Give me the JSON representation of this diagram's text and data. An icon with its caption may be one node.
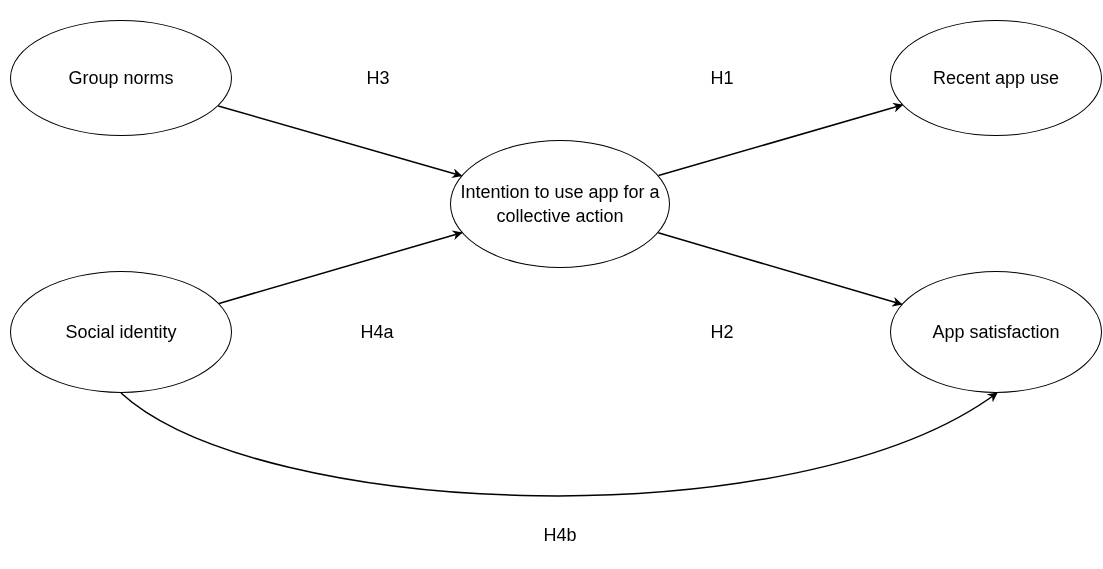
{
  "diagram": {
    "nodes": [
      {
        "text": [
          "Group norms"
        ]
      },
      {
        "text": [
          "Recent app use"
        ]
      },
      {
        "text": [
          "Intention to use app for a collective action"
        ]
      },
      {
        "text": [
          "Social identity"
        ]
      },
      {
        "text": [
          "App satisfaction"
        ]
      }
    ],
    "edges": [
      {
        "from": 0,
        "to": 2,
        "arrow": "to",
        "label": "H3"
      },
      {
        "from": 2,
        "to": 1,
        "arrow": "to",
        "label": "H1"
      },
      {
        "from": 3,
        "to": 2,
        "arrow": "to",
        "label": "H4a"
      },
      {
        "from": 2,
        "to": 4,
        "arrow": "to",
        "label": "H2"
      },
      {
        "from": 3,
        "to": 4,
        "arrow": "to",
        "label": "H4b"
      }
    ]
  }
}
